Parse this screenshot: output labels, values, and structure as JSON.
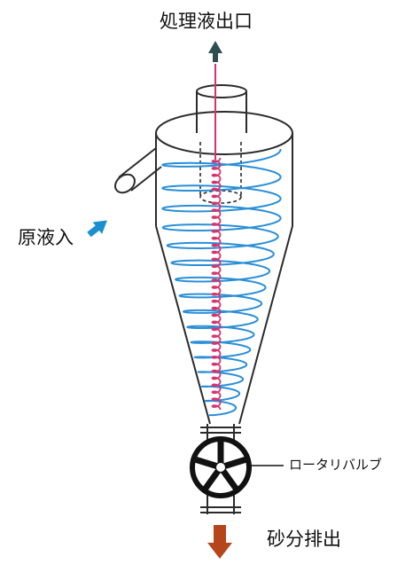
{
  "labels": {
    "outlet": "処理液出口",
    "inlet": "原液入",
    "valve": "ロータリバルブ",
    "sand_discharge": "砂分排出"
  },
  "colors": {
    "outline": "#2b2b2b",
    "spiral_outer": "#2a8fd6",
    "spiral_inner": "#d6336c",
    "arrow_outlet": "#2f4f4f",
    "arrow_inlet": "#1b8fd0",
    "arrow_discharge": "#b5451b"
  },
  "icons": {
    "outlet_arrow": "arrow-up-icon",
    "inlet_arrow": "arrow-up-right-icon",
    "discharge_arrow": "arrow-down-icon",
    "valve": "rotary-valve-icon"
  }
}
